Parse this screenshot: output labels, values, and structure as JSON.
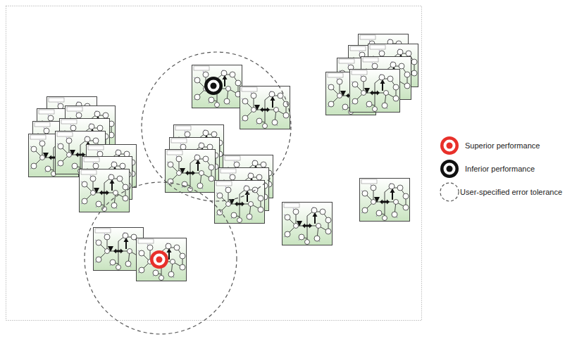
{
  "diagram": {
    "legend": [
      {
        "text": "Superior performance"
      },
      {
        "text": "Inferior performance"
      },
      {
        "text": "User-specified error tolerance"
      }
    ]
  }
}
